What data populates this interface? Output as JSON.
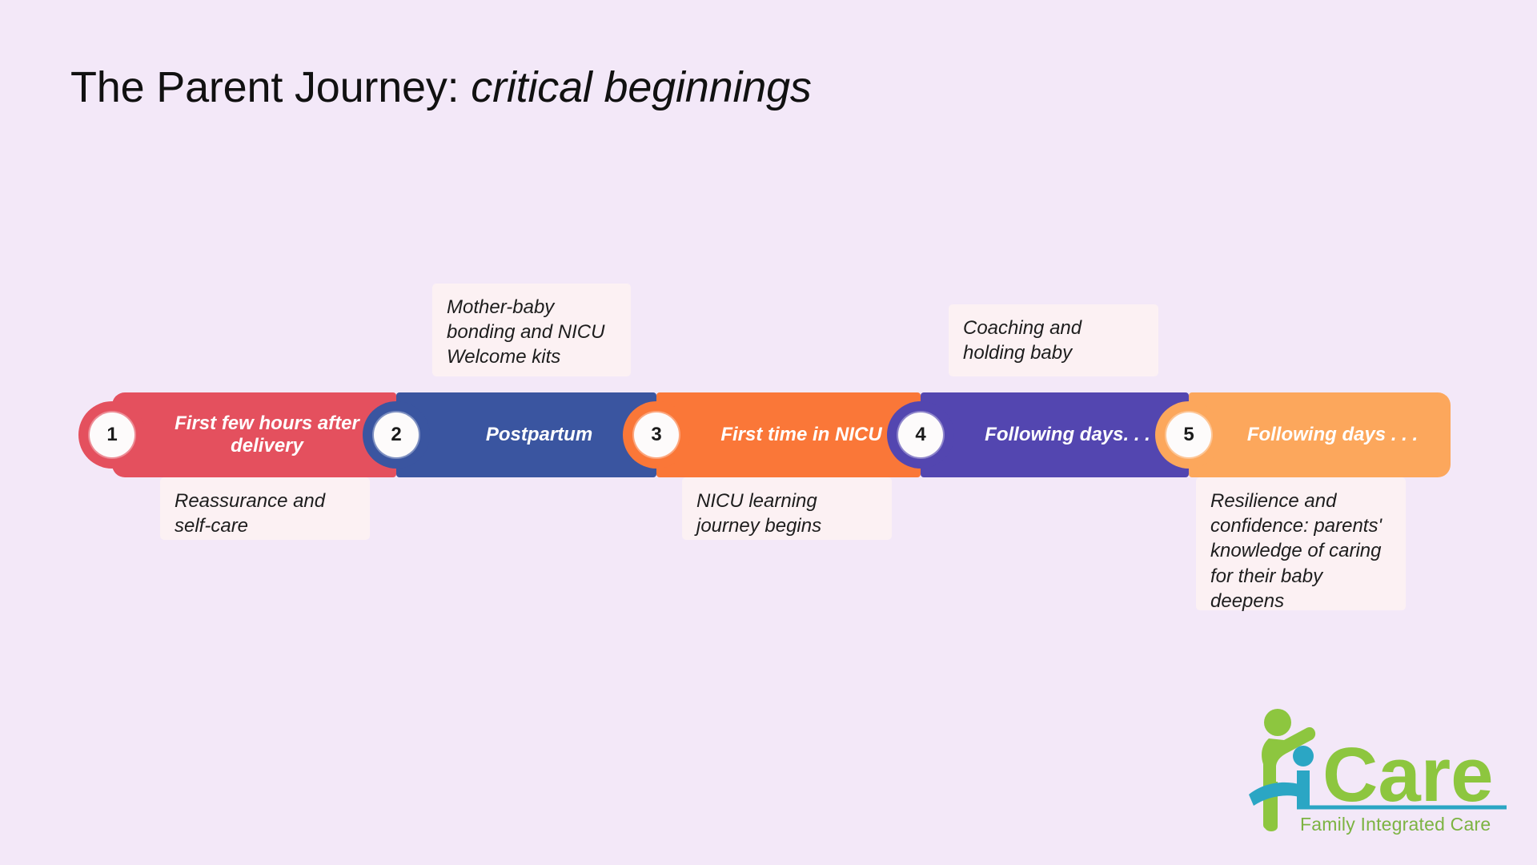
{
  "slide": {
    "title_regular": "The Parent Journey:",
    "title_italic": "critical beginnings",
    "background_color": "#f3e8f8"
  },
  "timeline": {
    "segments": [
      {
        "step": "1",
        "label": "First few hours after delivery",
        "color": "#e4505e",
        "text_color": "#ffffff"
      },
      {
        "step": "2",
        "label": "Postpartum",
        "color": "#3a55a0",
        "text_color": "#ffffff"
      },
      {
        "step": "3",
        "label": "First time in NICU",
        "color": "#fa7738",
        "text_color": "#ffffff"
      },
      {
        "step": "4",
        "label": "Following days. . .",
        "color": "#5346b0",
        "text_color": "#ffffff"
      },
      {
        "step": "5",
        "label": "Following days . . .",
        "color": "#fca75c",
        "text_color": "#ffffff"
      }
    ]
  },
  "notes": {
    "above": [
      {
        "for_step": "2",
        "text": "Mother-baby bonding and NICU Welcome kits"
      },
      {
        "for_step": "4",
        "text": "Coaching and holding baby"
      }
    ],
    "below": [
      {
        "for_step": "1",
        "text": "Reassurance and self-care"
      },
      {
        "for_step": "3",
        "text": "NICU learning journey begins"
      },
      {
        "for_step": "5",
        "text": "Resilience and confidence: parents' knowledge of caring for their baby deepens"
      }
    ],
    "background_color": "#fcf1f3"
  },
  "logo": {
    "wordmark": "Care",
    "tagline": "Family Integrated Care",
    "green": "#8dc63f",
    "teal": "#2ba6c4",
    "tagline_color": "#7cb342"
  }
}
